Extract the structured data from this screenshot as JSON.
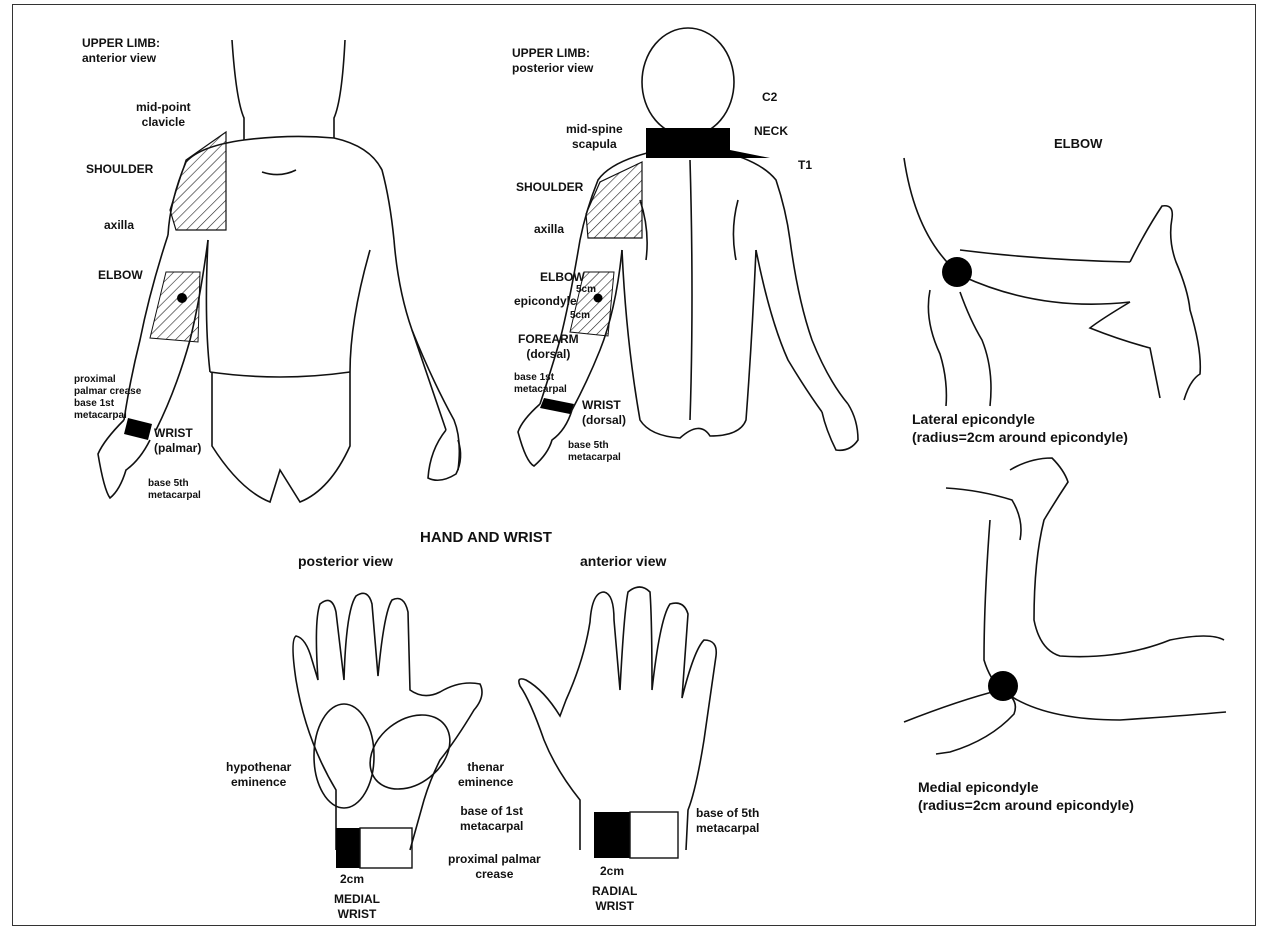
{
  "anterior": {
    "title": [
      "UPPER LIMB:",
      "anterior view"
    ],
    "mid_point": [
      "mid-point",
      "clavicle"
    ],
    "shoulder": "SHOULDER",
    "axilla": "axilla",
    "elbow": "ELBOW",
    "proximal": [
      "proximal",
      "palmar crease",
      "base 1st",
      "metacarpal"
    ],
    "wrist": [
      "WRIST",
      "(palmar)"
    ],
    "base5": [
      "base 5th",
      "metacarpal"
    ]
  },
  "posterior": {
    "title": [
      "UPPER LIMB:",
      "posterior view"
    ],
    "c2": "C2",
    "neck": "NECK",
    "t1": "T1",
    "mid_spine": [
      "mid-spine",
      "scapula"
    ],
    "shoulder": "SHOULDER",
    "axilla": "axilla",
    "elbow": "ELBOW",
    "cm5a": "5cm",
    "epicondyle": "epicondyle",
    "cm5b": "5cm",
    "forearm": [
      "FOREARM",
      "(dorsal)"
    ],
    "base1": [
      "base 1st",
      "metacarpal"
    ],
    "wrist": [
      "WRIST",
      "(dorsal)"
    ],
    "base5": [
      "base 5th",
      "metacarpal"
    ]
  },
  "elbow_panel": {
    "title": "ELBOW",
    "lateral": [
      "Lateral epicondyle",
      "(radius=2cm around epicondyle)"
    ],
    "medial": [
      "Medial epicondyle",
      "(radius=2cm around epicondyle)"
    ]
  },
  "hand_wrist": {
    "title": "HAND AND WRIST",
    "posterior_view": "posterior view",
    "anterior_view": "anterior view",
    "hypothenar": [
      "hypothenar",
      "eminence"
    ],
    "thenar": [
      "thenar",
      "eminence"
    ],
    "base1": [
      "base of 1st",
      "metacarpal"
    ],
    "proximal": [
      "proximal palmar",
      "crease"
    ],
    "cm2_left": "2cm",
    "medial_wrist": [
      "MEDIAL",
      "WRIST"
    ],
    "base5": [
      "base of 5th",
      "metacarpal"
    ],
    "cm2_right": "2cm",
    "radial_wrist": [
      "RADIAL",
      "WRIST"
    ]
  }
}
